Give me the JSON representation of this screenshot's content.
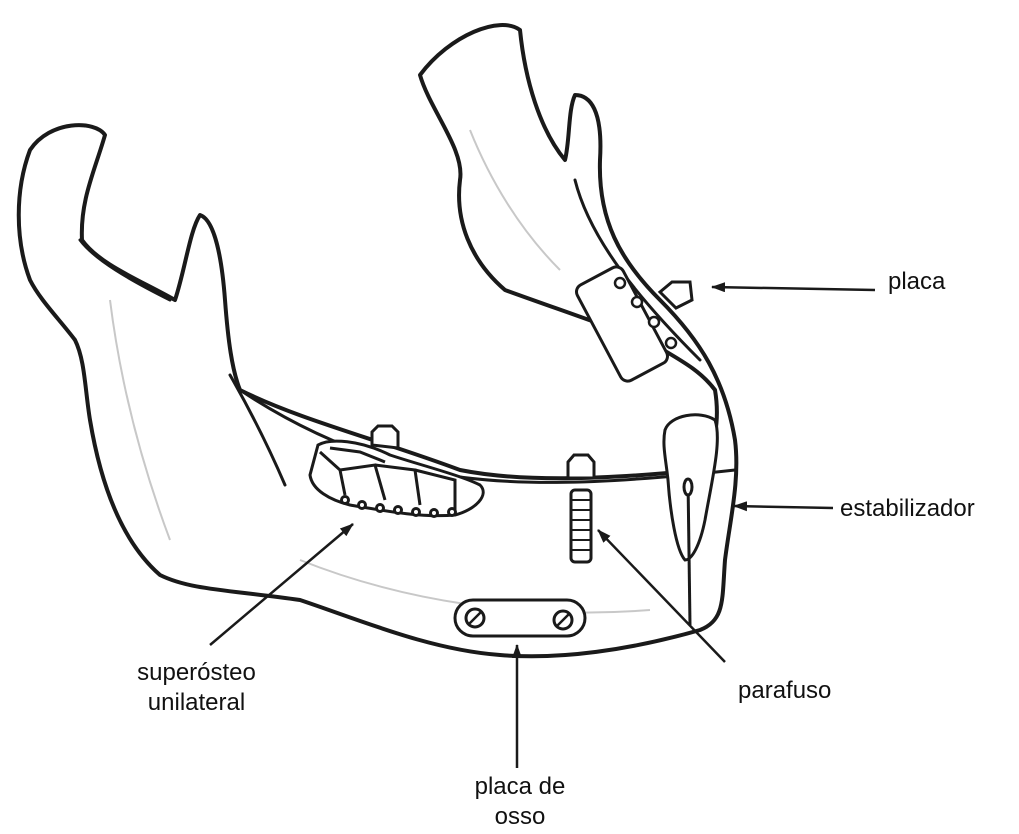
{
  "diagram": {
    "labels": {
      "placa": "placa",
      "estabilizador": "estabilizador",
      "parafuso": "parafuso",
      "superosteo_line1": "superósteo",
      "superosteo_line2": "unilateral",
      "placa_de_osso_line1": "placa de",
      "placa_de_osso_line2": "osso"
    },
    "colors": {
      "ink": "#1a1a1a",
      "paper": "#ffffff",
      "shade": "#e8e8e8"
    }
  }
}
